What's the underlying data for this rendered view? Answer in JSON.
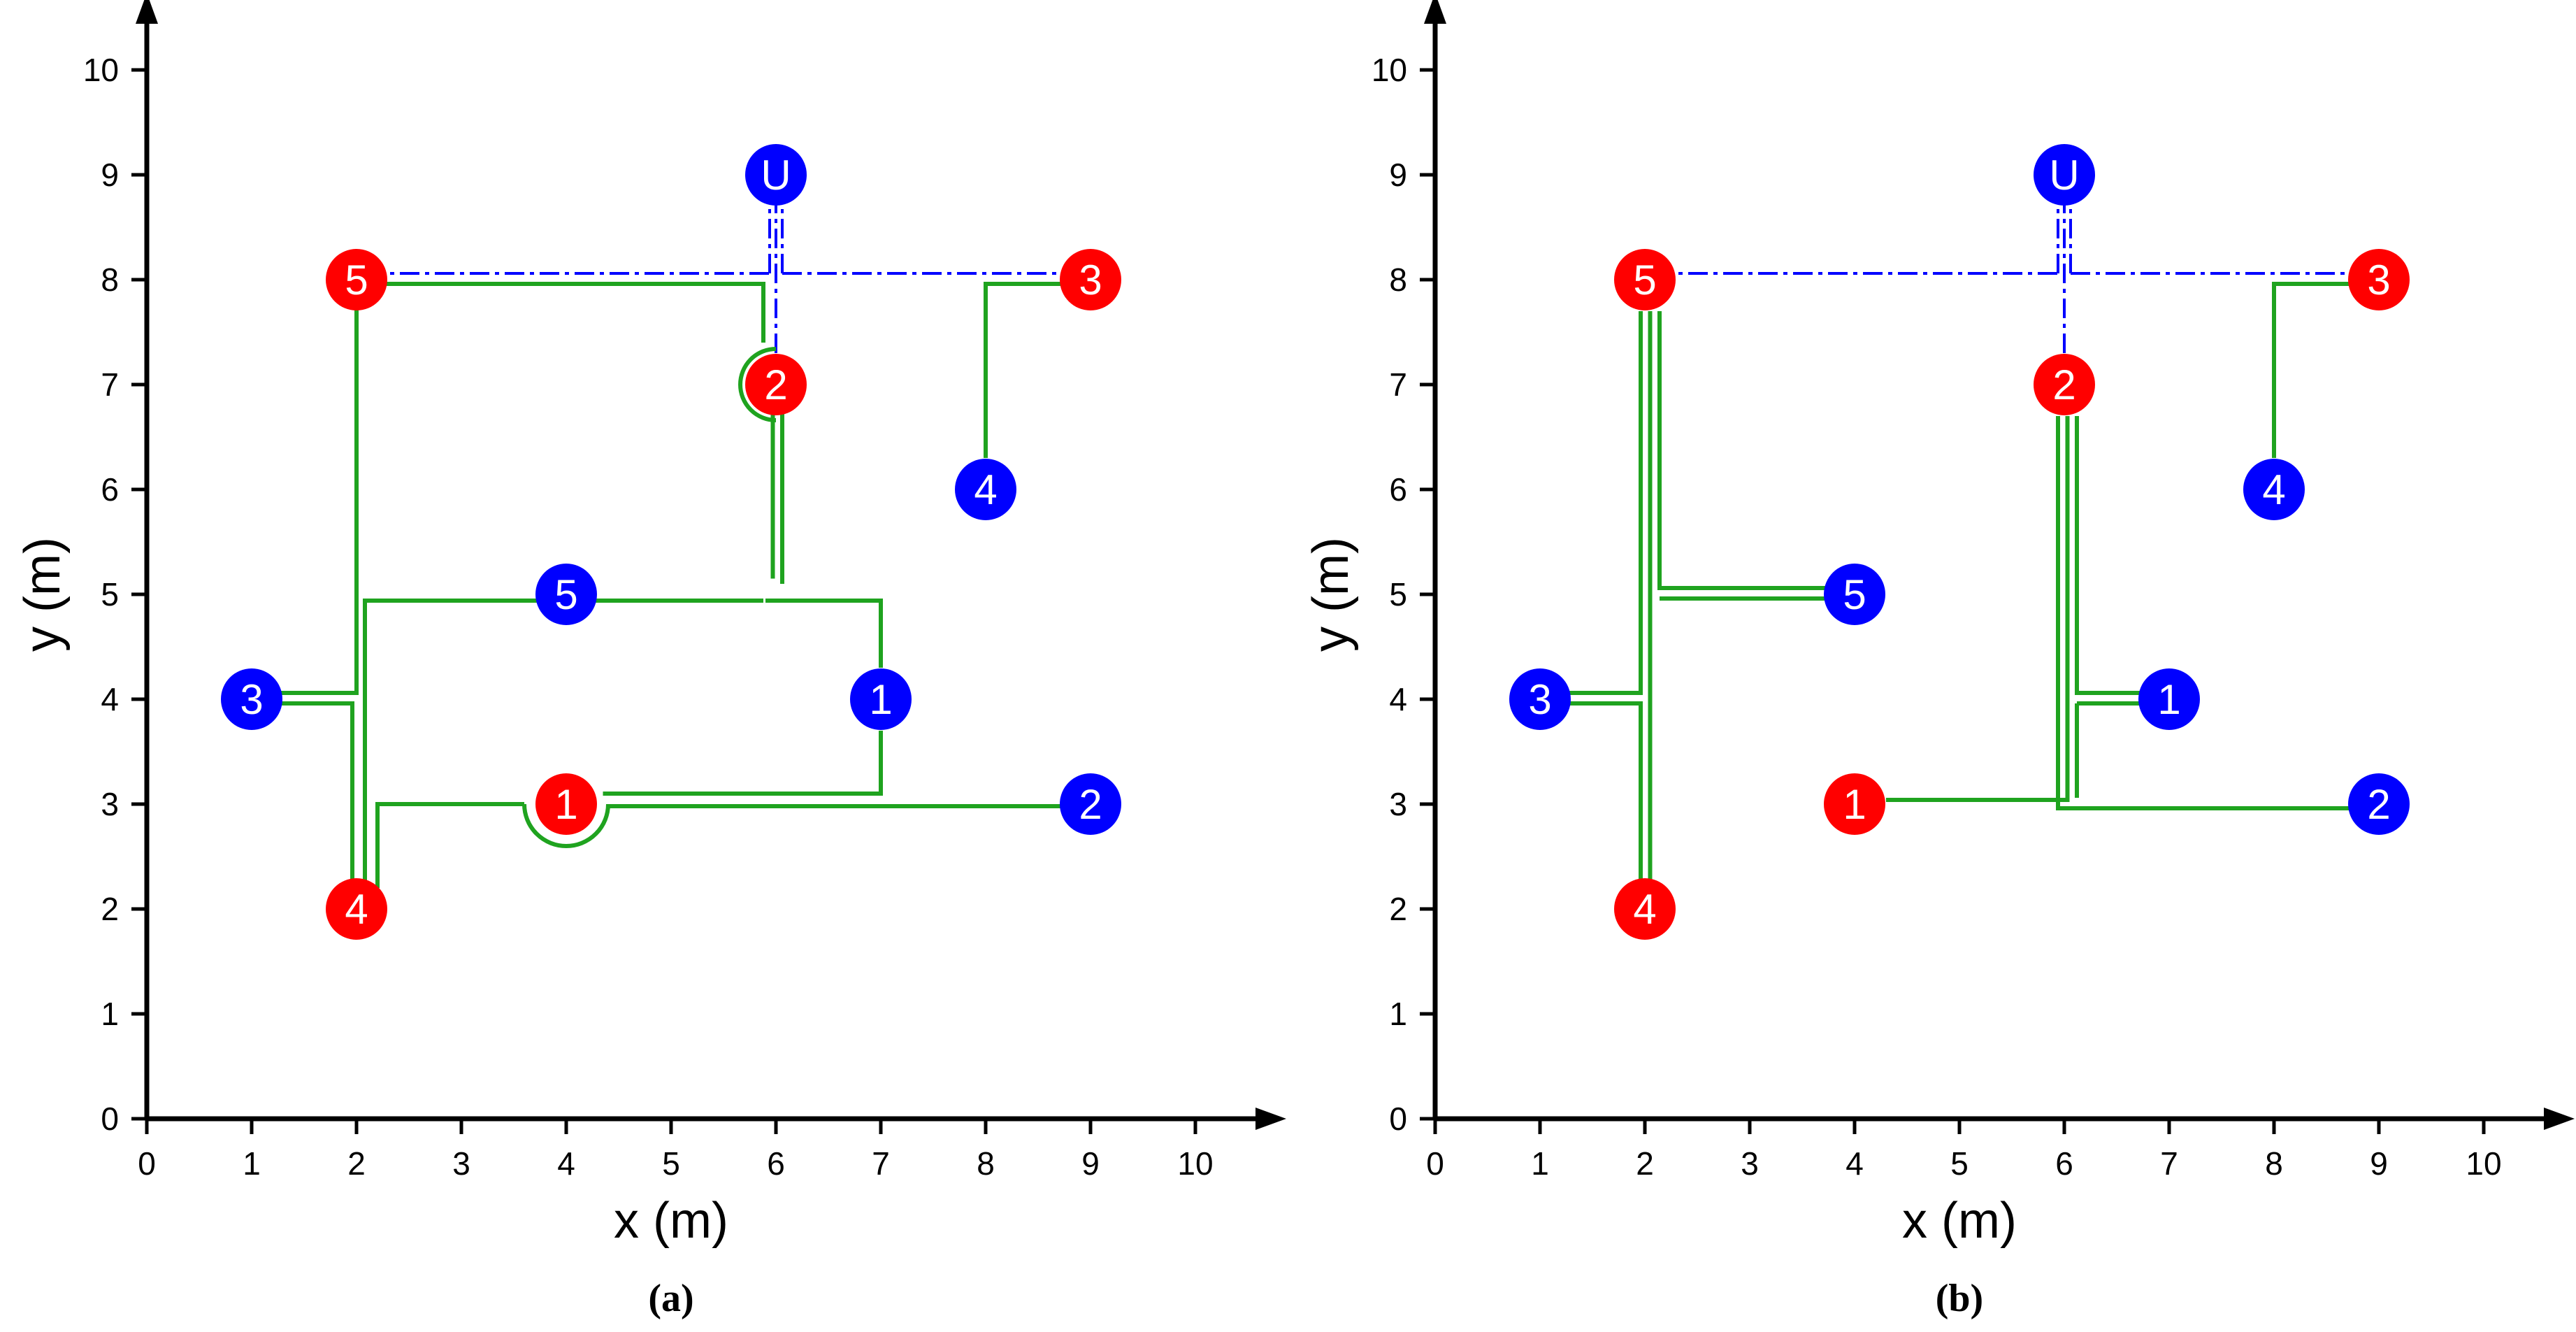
{
  "figure": {
    "axes": {
      "x_label": "x (m)",
      "y_label": "y (m)",
      "x_ticks": [
        0,
        1,
        2,
        3,
        4,
        5,
        6,
        7,
        8,
        9,
        10
      ],
      "y_ticks": [
        0,
        1,
        2,
        3,
        4,
        5,
        6,
        7,
        8,
        9,
        10
      ],
      "range": [
        0,
        10
      ]
    },
    "colors": {
      "red_node": "#ff0000",
      "blue_node": "#0000ff",
      "green_route": "#1fa31f",
      "blue_route": "#0000ff",
      "axis": "#000000"
    }
  },
  "panels": [
    {
      "caption": "(a)",
      "nodes": [
        {
          "label": "U",
          "color": "blue",
          "x": 6,
          "y": 9
        },
        {
          "label": "5",
          "color": "red",
          "x": 2,
          "y": 8
        },
        {
          "label": "3",
          "color": "red",
          "x": 9,
          "y": 8
        },
        {
          "label": "2",
          "color": "red",
          "x": 6,
          "y": 7
        },
        {
          "label": "4",
          "color": "blue",
          "x": 8,
          "y": 6
        },
        {
          "label": "5",
          "color": "blue",
          "x": 4,
          "y": 5
        },
        {
          "label": "3",
          "color": "blue",
          "x": 1,
          "y": 4
        },
        {
          "label": "1",
          "color": "blue",
          "x": 7,
          "y": 4
        },
        {
          "label": "1",
          "color": "red",
          "x": 4,
          "y": 3
        },
        {
          "label": "2",
          "color": "blue",
          "x": 9,
          "y": 3
        },
        {
          "label": "4",
          "color": "red",
          "x": 2,
          "y": 2
        }
      ],
      "blue_routes": [
        [
          [
            2.08,
            8.06
          ],
          [
            5.94,
            8.06
          ]
        ],
        [
          [
            6.06,
            8.06
          ],
          [
            8.9,
            8.06
          ]
        ],
        [
          [
            5.94,
            8.06
          ],
          [
            5.94,
            8.8
          ]
        ],
        [
          [
            6.0,
            7.3
          ],
          [
            6.0,
            8.8
          ]
        ],
        [
          [
            6.06,
            8.06
          ],
          [
            6.06,
            8.8
          ]
        ]
      ],
      "green_routes": [
        [
          [
            9,
            7.96
          ],
          [
            8,
            7.96
          ],
          [
            8,
            6.3
          ]
        ],
        [
          [
            2,
            7.96
          ],
          [
            5.88,
            7.96
          ],
          [
            5.88,
            7.4
          ]
        ],
        [
          [
            6.06,
            6.8
          ],
          [
            6.06,
            5.1
          ]
        ],
        [
          [
            5.97,
            6.8
          ],
          [
            5.97,
            5.15
          ]
        ],
        [
          [
            2,
            7.96
          ],
          [
            2,
            4.06
          ],
          [
            1.2,
            4.06
          ]
        ],
        [
          [
            1.2,
            3.96
          ],
          [
            1.96,
            3.96
          ],
          [
            1.96,
            2.2
          ]
        ],
        [
          [
            2.08,
            2.2
          ],
          [
            2.08,
            4.94
          ],
          [
            5.88,
            4.94
          ]
        ],
        [
          [
            2.2,
            2.2
          ],
          [
            2.2,
            3.0
          ],
          [
            3.6,
            3.0
          ]
        ],
        [
          [
            5.9,
            4.94
          ],
          [
            7.0,
            4.94
          ],
          [
            7.0,
            4.3
          ]
        ],
        [
          [
            7.0,
            3.7
          ],
          [
            7.0,
            3.1
          ],
          [
            4.35,
            3.1
          ]
        ],
        [
          [
            4.4,
            2.98
          ],
          [
            8.8,
            2.98
          ]
        ]
      ],
      "green_arcs": [
        {
          "cx": 6,
          "cy": 7,
          "r": 0.34,
          "from": 90,
          "to": 270
        },
        {
          "cx": 4,
          "cy": 3,
          "r": 0.4,
          "from": 180,
          "to": 360
        }
      ]
    },
    {
      "caption": "(b)",
      "nodes": [
        {
          "label": "U",
          "color": "blue",
          "x": 6,
          "y": 9
        },
        {
          "label": "5",
          "color": "red",
          "x": 2,
          "y": 8
        },
        {
          "label": "3",
          "color": "red",
          "x": 9,
          "y": 8
        },
        {
          "label": "2",
          "color": "red",
          "x": 6,
          "y": 7
        },
        {
          "label": "4",
          "color": "blue",
          "x": 8,
          "y": 6
        },
        {
          "label": "5",
          "color": "blue",
          "x": 4,
          "y": 5
        },
        {
          "label": "3",
          "color": "blue",
          "x": 1,
          "y": 4
        },
        {
          "label": "1",
          "color": "blue",
          "x": 7,
          "y": 4
        },
        {
          "label": "1",
          "color": "red",
          "x": 4,
          "y": 3
        },
        {
          "label": "2",
          "color": "blue",
          "x": 9,
          "y": 3
        },
        {
          "label": "4",
          "color": "red",
          "x": 2,
          "y": 2
        }
      ],
      "blue_routes": [
        [
          [
            2.08,
            8.06
          ],
          [
            5.94,
            8.06
          ]
        ],
        [
          [
            6.06,
            8.06
          ],
          [
            8.9,
            8.06
          ]
        ],
        [
          [
            5.94,
            8.06
          ],
          [
            5.94,
            8.8
          ]
        ],
        [
          [
            6.0,
            7.3
          ],
          [
            6.0,
            8.8
          ]
        ],
        [
          [
            6.06,
            8.06
          ],
          [
            6.06,
            8.8
          ]
        ]
      ],
      "green_routes": [
        [
          [
            9,
            7.96
          ],
          [
            8,
            7.96
          ],
          [
            8,
            6.3
          ]
        ],
        [
          [
            1.96,
            7.7
          ],
          [
            1.96,
            4.06
          ],
          [
            1.2,
            4.06
          ]
        ],
        [
          [
            1.2,
            3.96
          ],
          [
            1.96,
            3.96
          ],
          [
            1.96,
            2.25
          ]
        ],
        [
          [
            2.05,
            7.7
          ],
          [
            2.05,
            2.25
          ]
        ],
        [
          [
            2.14,
            7.7
          ],
          [
            2.14,
            5.06
          ],
          [
            3.8,
            5.06
          ]
        ],
        [
          [
            2.14,
            4.96
          ],
          [
            3.8,
            4.96
          ]
        ],
        [
          [
            5.94,
            6.7
          ],
          [
            5.94,
            3.1
          ]
        ],
        [
          [
            6.03,
            6.7
          ],
          [
            6.03,
            3.04
          ],
          [
            4.3,
            3.04
          ]
        ],
        [
          [
            6.12,
            6.7
          ],
          [
            6.12,
            4.06
          ],
          [
            6.8,
            4.06
          ]
        ],
        [
          [
            6.12,
            3.96
          ],
          [
            6.8,
            3.96
          ]
        ],
        [
          [
            6.12,
            3.96
          ],
          [
            6.12,
            3.06
          ]
        ],
        [
          [
            5.94,
            3.1
          ],
          [
            5.94,
            2.96
          ],
          [
            8.8,
            2.96
          ]
        ]
      ],
      "green_arcs": []
    }
  ]
}
